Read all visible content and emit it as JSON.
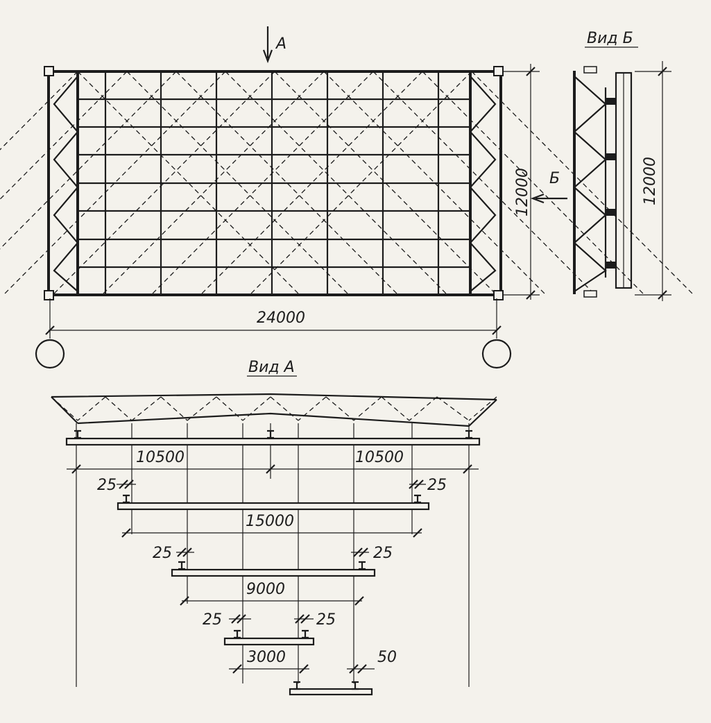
{
  "plan": {
    "arrow_a": "A",
    "arrow_b": "Б",
    "width_dim": "24000",
    "height_dim": "12000"
  },
  "view_b": {
    "title": "Вид Б",
    "height_dim": "12000"
  },
  "view_a": {
    "title": "Вид А",
    "dim_left": "10500",
    "dim_right": "10500",
    "dim_15000": "15000",
    "dim_9000": "9000",
    "dim_3000": "3000",
    "gap_25_l1": "25",
    "gap_25_r1": "25",
    "gap_25_l2": "25",
    "gap_25_r2": "25",
    "gap_25_l3": "25",
    "gap_25_r3": "25",
    "gap_50": "50"
  }
}
